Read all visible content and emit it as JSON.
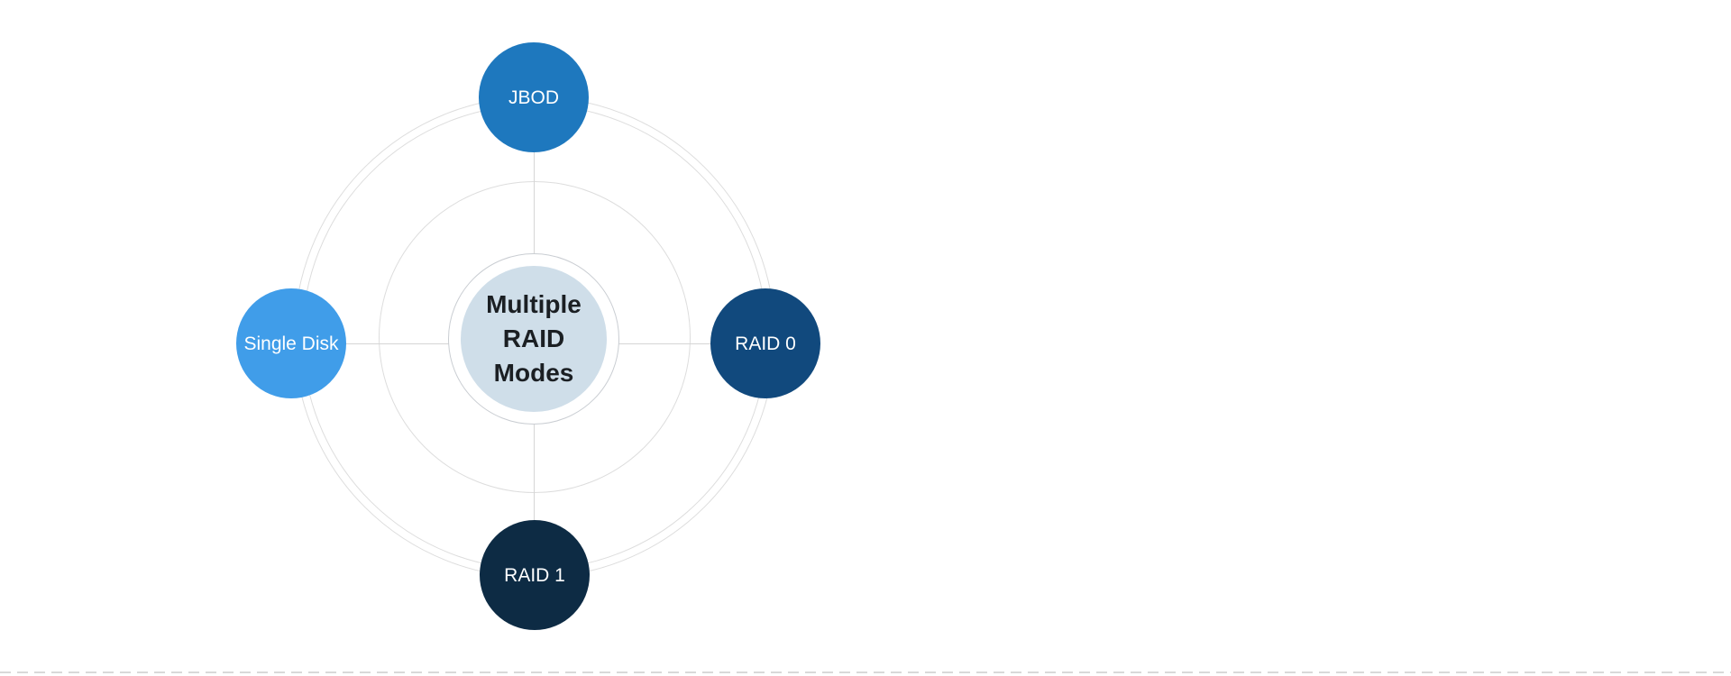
{
  "diagram": {
    "hub": {
      "label": "Multiple RAID Modes",
      "fill": "#cfdee9",
      "ring_border_color": "#c9cdd2",
      "text_color": "#1b1f23"
    },
    "nodes": [
      {
        "id": "jbod",
        "label": "JBOD",
        "color": "#1e78be",
        "position": "top"
      },
      {
        "id": "raid0",
        "label": "RAID 0",
        "color": "#11497d",
        "position": "right"
      },
      {
        "id": "raid1",
        "label": "RAID 1",
        "color": "#0d2b44",
        "position": "bottom"
      },
      {
        "id": "single-disk",
        "label": "Single Disk",
        "color": "#409de9",
        "position": "left"
      }
    ],
    "ring_color": "#dddddd",
    "connector_color": "#d6d6d6",
    "divider_color": "#d9d9d9",
    "background_color": "#ffffff"
  }
}
